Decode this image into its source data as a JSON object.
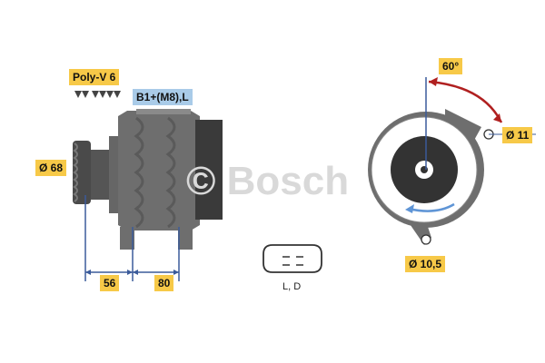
{
  "labels": {
    "belt": "Poly-V 6",
    "terminal": "B1+(M8),L",
    "pulley_diameter": "Ø 68",
    "dim_left": "56",
    "dim_right": "80",
    "angle": "60°",
    "hole_top": "Ø 11",
    "hole_bottom": "Ø 10,5",
    "connector": "L,  D"
  },
  "watermark": "© Bosch",
  "colors": {
    "label_yellow": "#f7c948",
    "label_blue": "#a9cbe8",
    "dimension_blue": "#3b5b9a",
    "arrow_red": "#b02020",
    "rotation_blue": "#5f95d6",
    "body_gray": "#6e6e6e",
    "dark_gray": "#3a3a3a"
  },
  "icons": [
    "belt-groove-icon",
    "rotation-arrow-icon",
    "connector-plug-icon"
  ]
}
